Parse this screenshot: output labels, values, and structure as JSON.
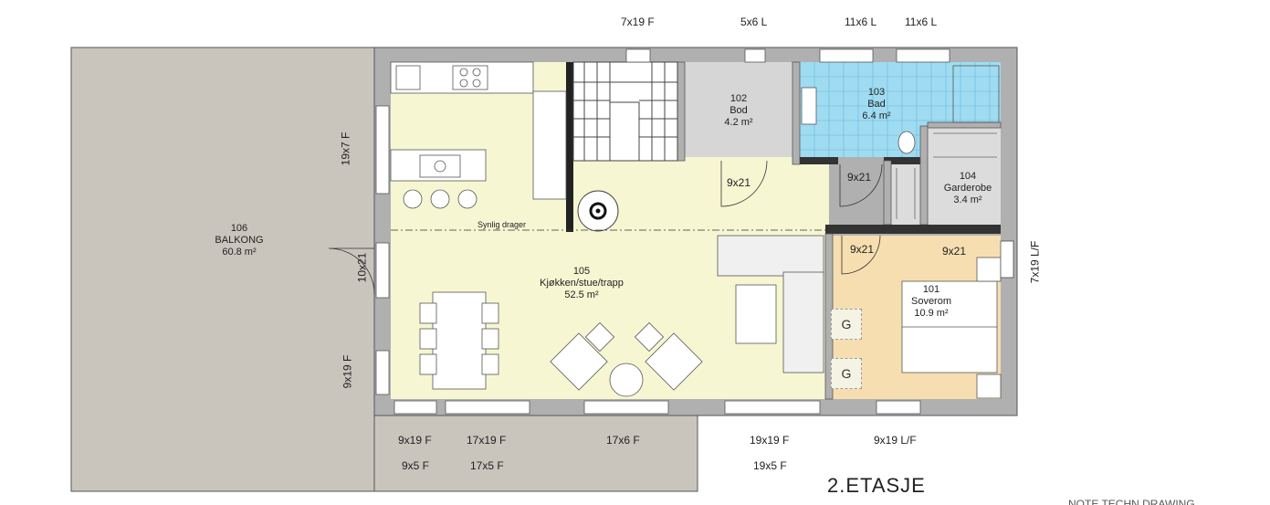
{
  "floor_title": "2.ETASJE",
  "rooms": {
    "balkong": {
      "number": "106",
      "name": "BALKONG",
      "area": "60.8 m²"
    },
    "kjokken": {
      "number": "105",
      "name": "Kjøkken/stue/trapp",
      "area": "52.5 m²"
    },
    "bod": {
      "number": "102",
      "name": "Bod",
      "area": "4.2 m²"
    },
    "bad": {
      "number": "103",
      "name": "Bad",
      "area": "6.4 m²"
    },
    "garderobe": {
      "number": "104",
      "name": "Garderobe",
      "area": "3.4 m²"
    },
    "soverom": {
      "number": "101",
      "name": "Soverom",
      "area": "10.9 m²"
    }
  },
  "beam_label": "Synlig drager",
  "top_windows": [
    "7x19 F",
    "5x6 L",
    "11x6 L",
    "11x6 L"
  ],
  "left_windows": [
    "19x7 F",
    "10x21",
    "9x19 F"
  ],
  "right_windows": [
    "7x19 L/F"
  ],
  "bottom_windows_row1": [
    "9x19 F",
    "17x19 F",
    "17x6 F",
    "19x19 F",
    "9x19 L/F"
  ],
  "bottom_windows_row2": [
    "9x5 F",
    "17x5 F",
    "19x5 F"
  ],
  "doors": [
    "9x21",
    "9x21",
    "9x21",
    "9x21"
  ],
  "wardrobe_marks": [
    "G",
    "G"
  ],
  "cutoff_text": "NOTE TECHN DRAWING"
}
